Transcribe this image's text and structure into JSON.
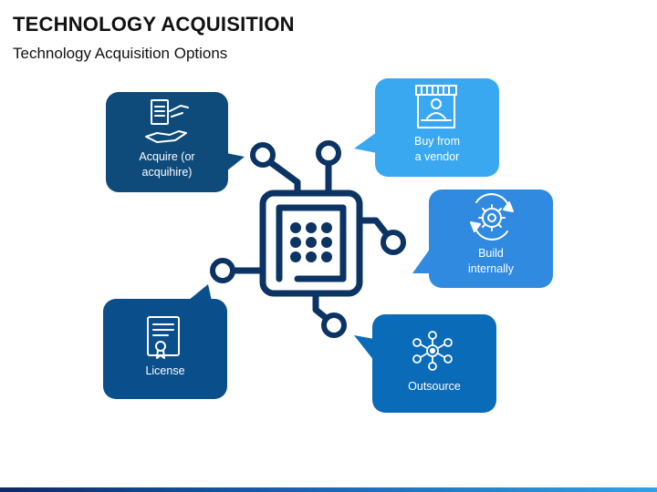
{
  "slide": {
    "title": "TECHNOLOGY ACQUISITION",
    "subtitle": "Technology Acquisition Options"
  },
  "options": [
    {
      "id": "acquire",
      "label": "Acquire (or\nacquihire)",
      "icon": "contract-handover-icon",
      "color": "#0e4a7a"
    },
    {
      "id": "vendor",
      "label": "Buy from\na vendor",
      "icon": "storefront-icon",
      "color": "#3aa8f0"
    },
    {
      "id": "build",
      "label": "Build\ninternally",
      "icon": "gear-cycle-icon",
      "color": "#2f8ae0"
    },
    {
      "id": "outsource",
      "label": "Outsource",
      "icon": "network-people-icon",
      "color": "#0a6bb8"
    },
    {
      "id": "license",
      "label": "License",
      "icon": "certificate-icon",
      "color": "#0a4f8c"
    }
  ],
  "colors": {
    "chip": "#0b3364",
    "bottom_bar_start": "#0b2a66",
    "bottom_bar_end": "#2fa3e6"
  }
}
